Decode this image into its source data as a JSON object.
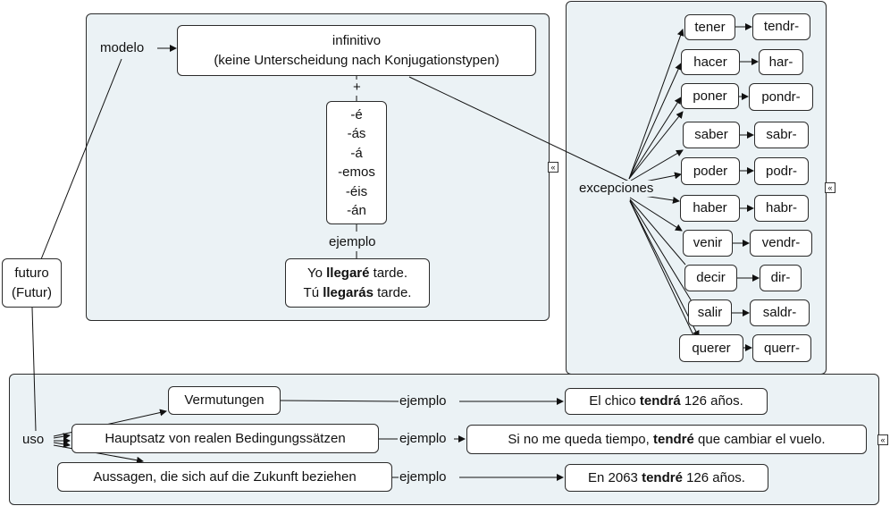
{
  "root": {
    "line1": "futuro",
    "line2": "(Futur)"
  },
  "formation": {
    "modelo_label": "modelo",
    "infinitive_line1": "infinitivo",
    "infinitive_line2": "(keine Unterscheidung nach Konjugationstypen)",
    "plus_label": "+",
    "endings": [
      "-é",
      "-ás",
      "-á",
      "-emos",
      "-éis",
      "-án"
    ],
    "ejemplo_label": "ejemplo",
    "example": {
      "line1_pre": "Yo ",
      "line1_bold": "llegaré",
      "line1_post": " tarde.",
      "line2_pre": "Tú ",
      "line2_bold": "llegarás",
      "line2_post": " tarde."
    }
  },
  "exceptions": {
    "label": "excepciones",
    "items": [
      {
        "verb": "tener",
        "stem": "tendr-"
      },
      {
        "verb": "hacer",
        "stem": "har-"
      },
      {
        "verb": "poner",
        "stem": "pondr-"
      },
      {
        "verb": "saber",
        "stem": "sabr-"
      },
      {
        "verb": "poder",
        "stem": "podr-"
      },
      {
        "verb": "haber",
        "stem": "habr-"
      },
      {
        "verb": "venir",
        "stem": "vendr-"
      },
      {
        "verb": "decir",
        "stem": "dir-"
      },
      {
        "verb": "salir",
        "stem": "saldr-"
      },
      {
        "verb": "querer",
        "stem": "querr-"
      }
    ]
  },
  "usage": {
    "label": "uso",
    "items": [
      {
        "text": "Vermutungen",
        "link_label": "ejemplo",
        "example_pre": "El chico ",
        "example_bold": "tendrá",
        "example_post": " 126 años."
      },
      {
        "text": "Hauptsatz von realen Bedingungssätzen",
        "link_label": "ejemplo",
        "example_pre": "Si no me queda tiempo, ",
        "example_bold": "tendré",
        "example_post": " que cambiar el vuelo."
      },
      {
        "text": "Aussagen, die sich auf die Zukunft beziehen",
        "link_label": "ejemplo",
        "example_pre": "En 2063 ",
        "example_bold": "tendré",
        "example_post": " 126 años."
      }
    ]
  },
  "collapse_glyph": "«"
}
